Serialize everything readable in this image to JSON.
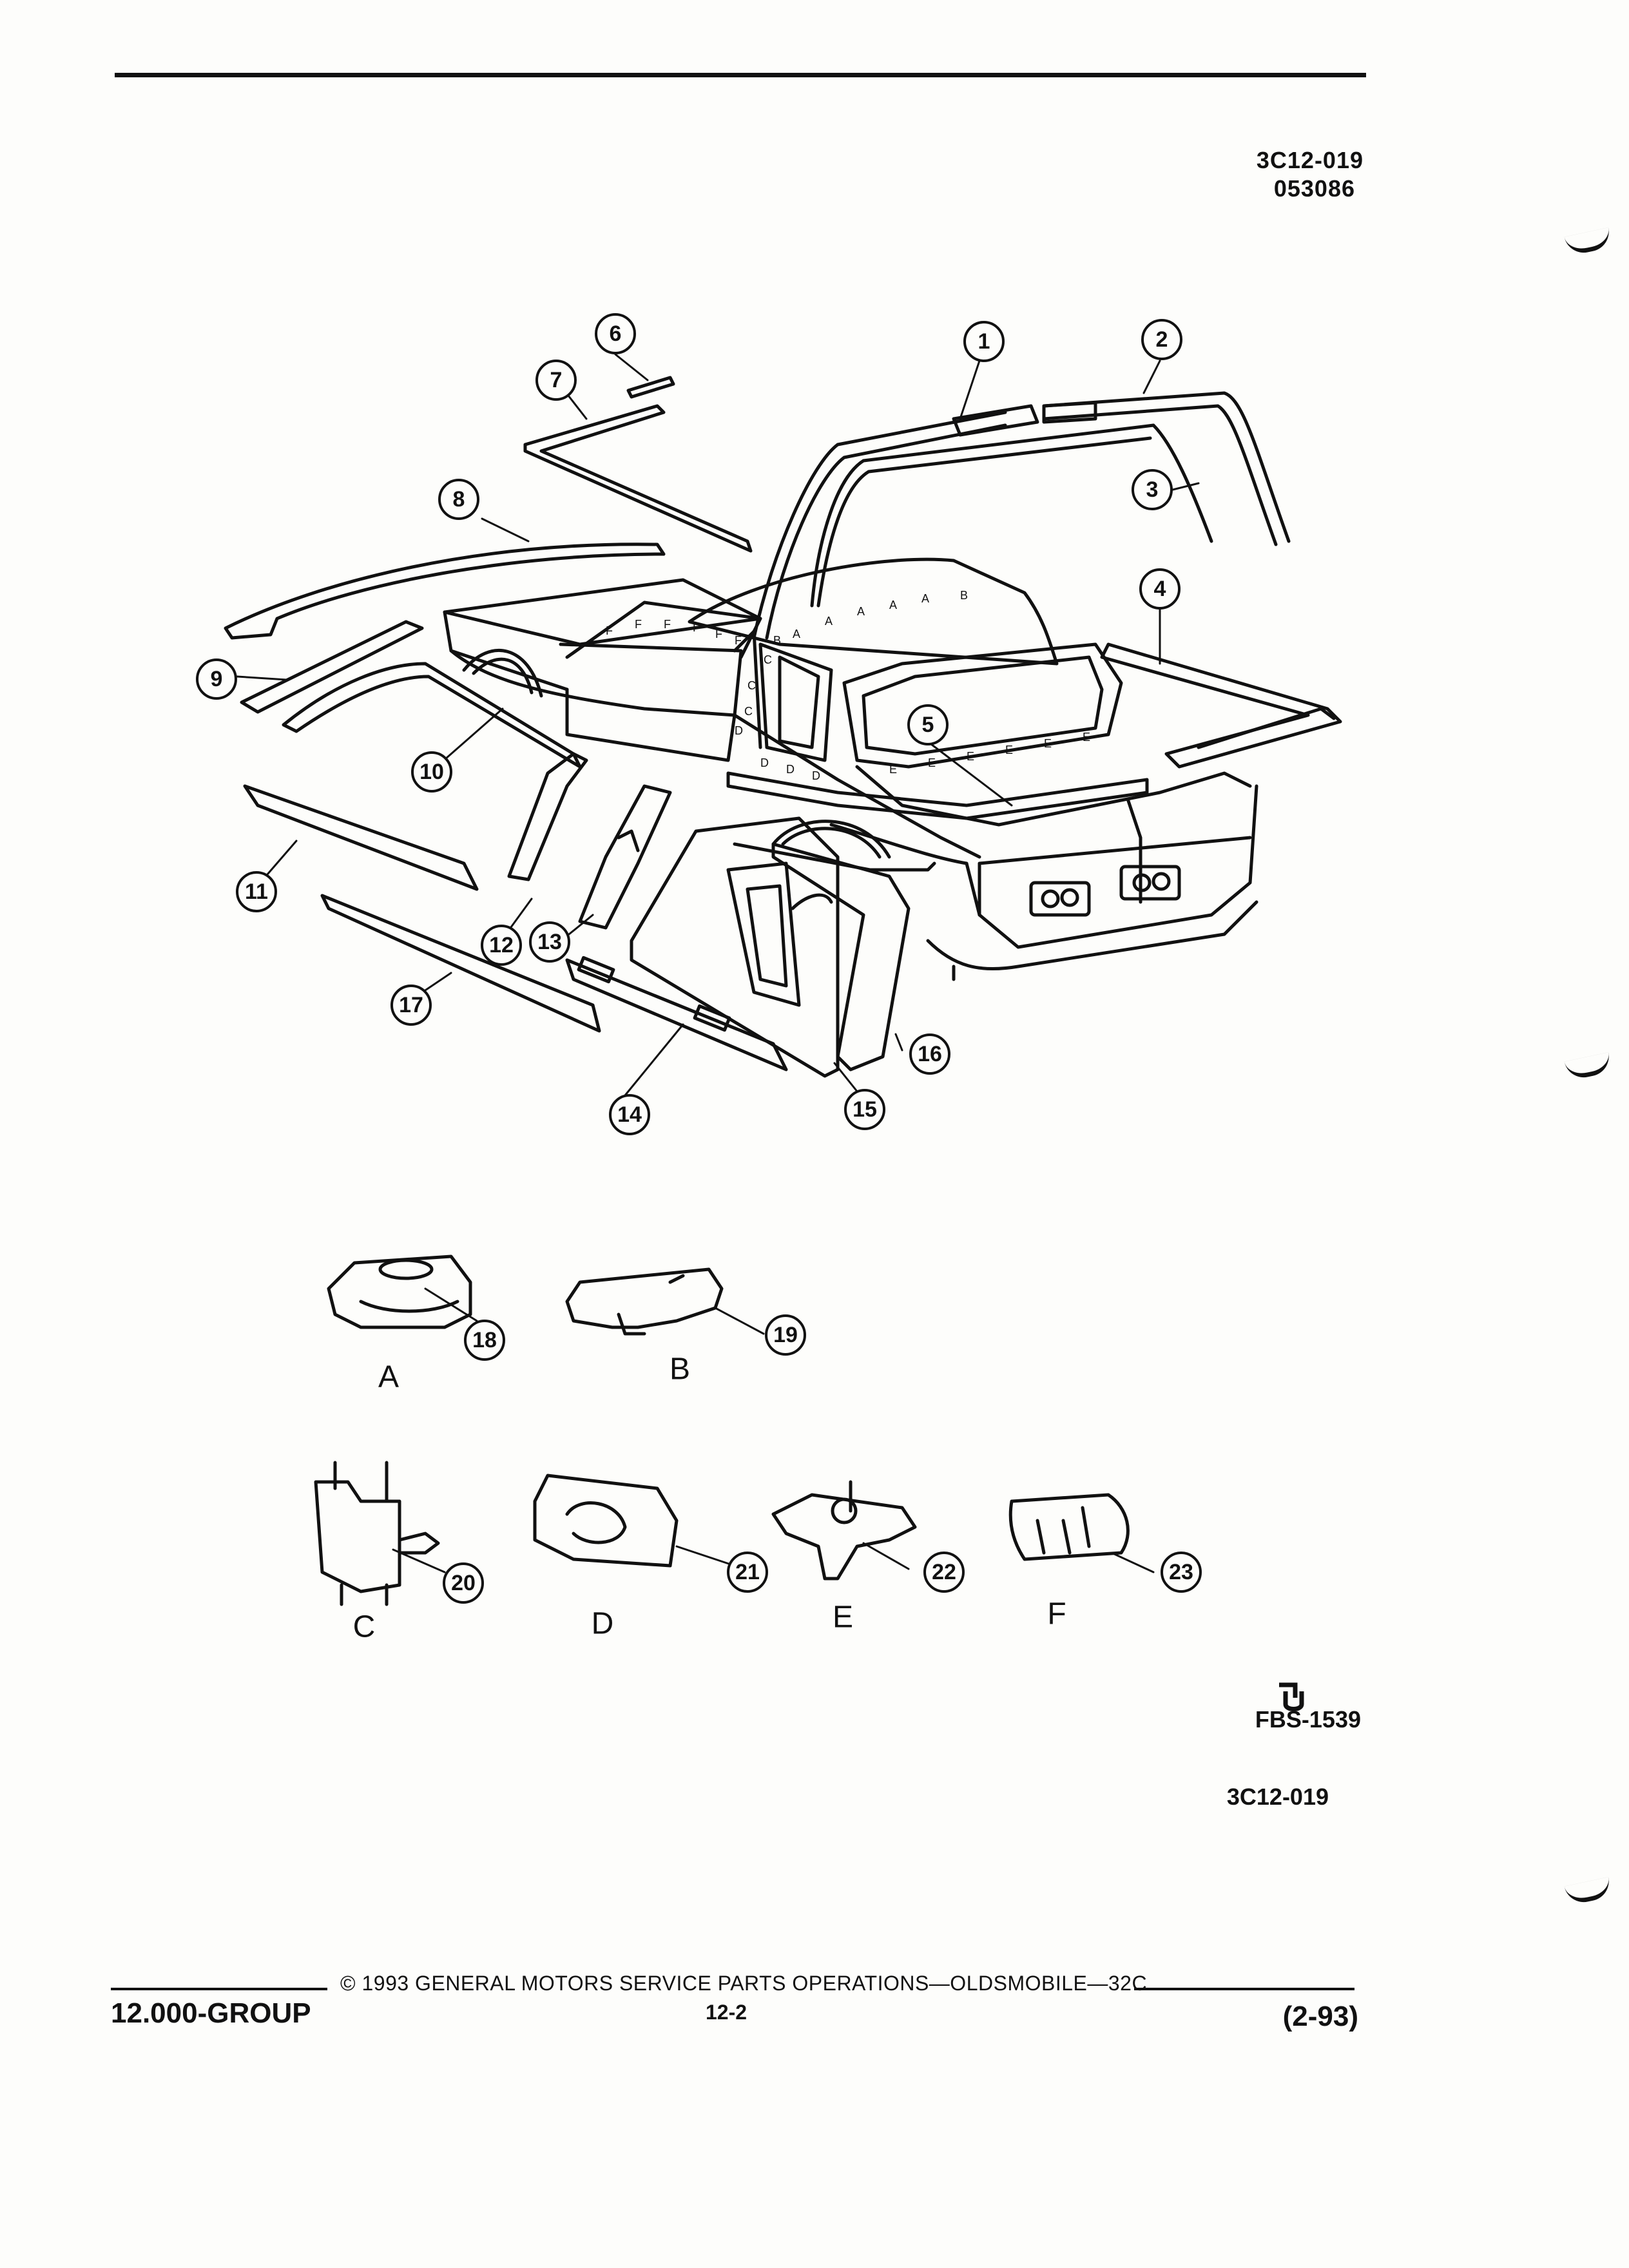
{
  "header": {
    "doc_code": "3C12-019",
    "doc_date": "053086"
  },
  "diagram": {
    "callouts": [
      {
        "id": "1",
        "label": "1"
      },
      {
        "id": "2",
        "label": "2"
      },
      {
        "id": "3",
        "label": "3"
      },
      {
        "id": "4",
        "label": "4"
      },
      {
        "id": "5",
        "label": "5"
      },
      {
        "id": "6",
        "label": "6"
      },
      {
        "id": "7",
        "label": "7"
      },
      {
        "id": "8",
        "label": "8"
      },
      {
        "id": "9",
        "label": "9"
      },
      {
        "id": "10",
        "label": "10"
      },
      {
        "id": "11",
        "label": "11"
      },
      {
        "id": "12",
        "label": "12"
      },
      {
        "id": "13",
        "label": "13"
      },
      {
        "id": "14",
        "label": "14"
      },
      {
        "id": "15",
        "label": "15"
      },
      {
        "id": "16",
        "label": "16"
      },
      {
        "id": "17",
        "label": "17"
      },
      {
        "id": "18",
        "label": "18"
      },
      {
        "id": "19",
        "label": "19"
      },
      {
        "id": "20",
        "label": "20"
      },
      {
        "id": "21",
        "label": "21"
      },
      {
        "id": "22",
        "label": "22"
      },
      {
        "id": "23",
        "label": "23"
      }
    ],
    "variants": [
      "A",
      "B",
      "C",
      "D",
      "E",
      "F"
    ],
    "body_letters": {
      "A": "A",
      "B": "B",
      "C": "C",
      "D": "D",
      "E": "E",
      "F": "F"
    }
  },
  "figure_ref": {
    "logo": "GM-SPO-logo",
    "fbs": "FBS-1539",
    "illustration_code": "3C12-019"
  },
  "footer": {
    "group": "12.000-GROUP",
    "copyright": "© 1993 GENERAL MOTORS SERVICE PARTS OPERATIONS—OLDSMOBILE—32C",
    "page": "12-2",
    "revision": "(2-93)"
  }
}
